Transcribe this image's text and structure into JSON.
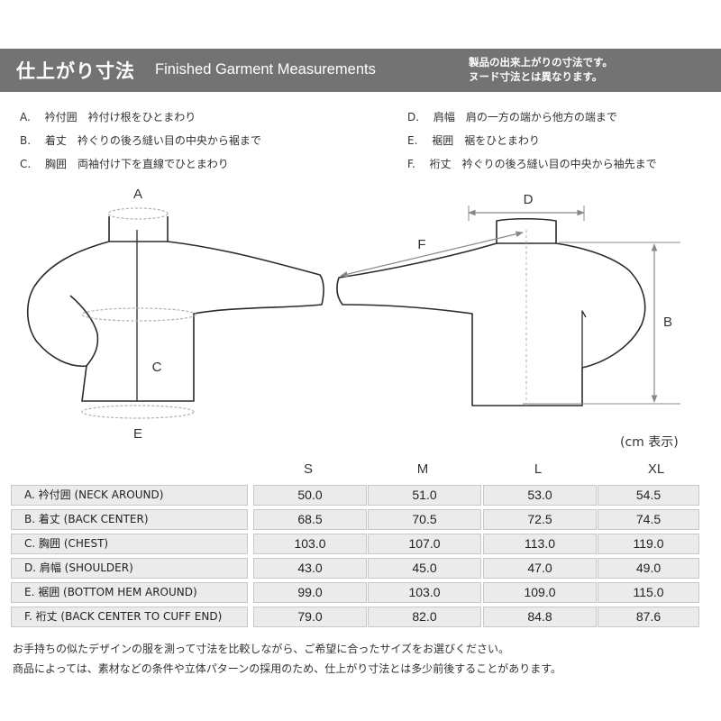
{
  "header": {
    "title": "仕上がり寸法",
    "subtitle": "Finished Garment Measurements",
    "note_line1": "製品の出来上がりの寸法です。",
    "note_line2": "ヌード寸法とは異なります。"
  },
  "legend": {
    "left": [
      {
        "code": "A.",
        "name": "衿付囲",
        "desc": "衿付け根をひとまわり"
      },
      {
        "code": "B.",
        "name": "着丈",
        "desc": "衿ぐりの後ろ縫い目の中央から裾まで"
      },
      {
        "code": "C.",
        "name": "胸囲",
        "desc": "両袖付け下を直線でひとまわり"
      }
    ],
    "right": [
      {
        "code": "D.",
        "name": "肩幅",
        "desc": "肩の一方の端から他方の端まで"
      },
      {
        "code": "E.",
        "name": "裾囲",
        "desc": "裾をひとまわり"
      },
      {
        "code": "F.",
        "name": "裄丈",
        "desc": "衿ぐりの後ろ縫い目の中央から袖先まで"
      }
    ]
  },
  "diagram": {
    "label_a": "A",
    "label_b": "B",
    "label_c": "C",
    "label_d": "D",
    "label_e": "E",
    "label_f": "F",
    "colors": {
      "outline": "#2b2b2b",
      "measure": "#888888",
      "dashed": "#b0b0b0"
    }
  },
  "table": {
    "unit": "(cm 表示)",
    "sizes": [
      "S",
      "M",
      "L",
      "XL"
    ],
    "rows": [
      {
        "label": "A. 衿付囲 (NECK AROUND)",
        "values": [
          "50.0",
          "51.0",
          "53.0",
          "54.5"
        ]
      },
      {
        "label": "B. 着丈 (BACK CENTER)",
        "values": [
          "68.5",
          "70.5",
          "72.5",
          "74.5"
        ]
      },
      {
        "label": "C. 胸囲 (CHEST)",
        "values": [
          "103.0",
          "107.0",
          "113.0",
          "119.0"
        ]
      },
      {
        "label": "D. 肩幅 (SHOULDER)",
        "values": [
          "43.0",
          "45.0",
          "47.0",
          "49.0"
        ]
      },
      {
        "label": "E. 裾囲 (BOTTOM HEM AROUND)",
        "values": [
          "99.0",
          "103.0",
          "109.0",
          "115.0"
        ]
      },
      {
        "label": "F. 裄丈 (BACK CENTER TO CUFF END)",
        "values": [
          "79.0",
          "82.0",
          "84.8",
          "87.6"
        ]
      }
    ]
  },
  "footer": {
    "line1": "お手持ちの似たデザインの服を測って寸法を比較しながら、ご希望に合ったサイズをお選びください。",
    "line2": "商品によっては、素材などの条件や立体パターンの採用のため、仕上がり寸法とは多少前後することがあります。"
  }
}
